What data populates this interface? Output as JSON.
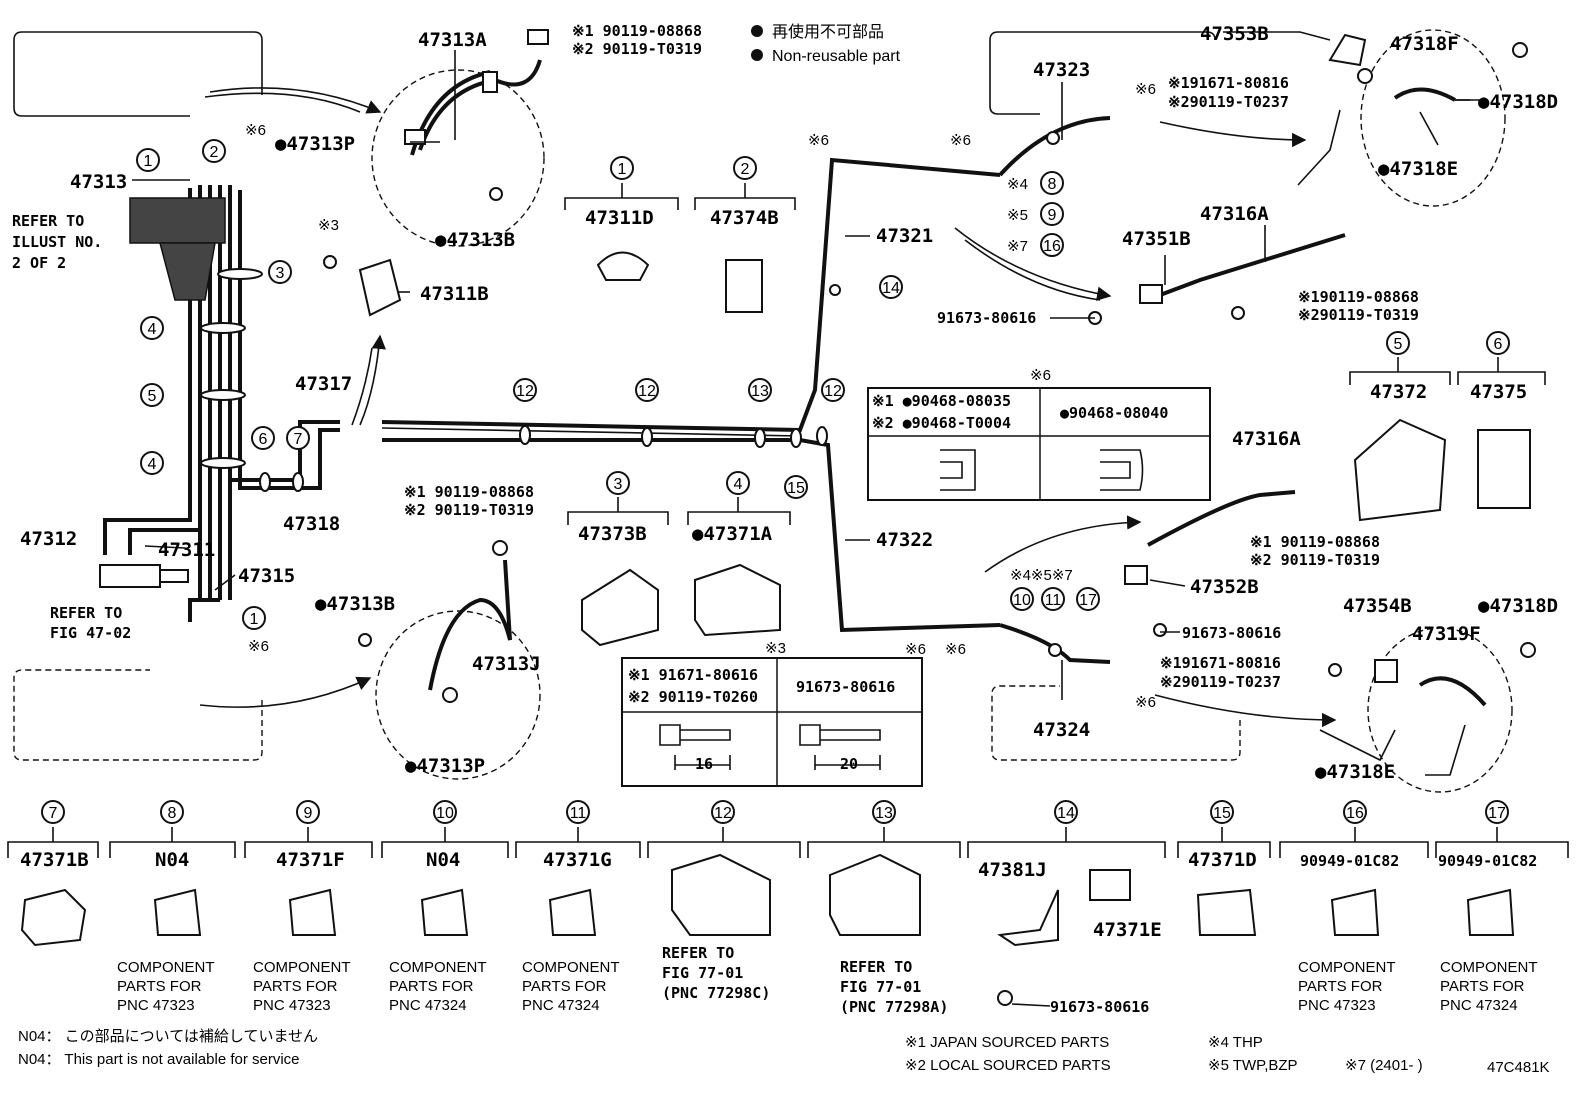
{
  "legend": {
    "dot_jp": "再使用不可部品",
    "dot_en": "Non-reusable part"
  },
  "labels": {
    "p47313A": "47313A",
    "p47313P_top": "●47313P",
    "p47313B_top": "●47313B",
    "p47313": "47313",
    "p47311B": "47311B",
    "p47317": "47317",
    "p47318": "47318",
    "p47312": "47312",
    "p47311": "47311",
    "p47315": "47315",
    "p47313B_bot": "●47313B",
    "p47313J": "47313J",
    "p47313P_bot": "●47313P",
    "p47321": "47321",
    "p47322": "47322",
    "p47323": "47323",
    "p47324": "47324",
    "p47353B": "47353B",
    "p47318F": "47318F",
    "p47318D_top": "●47318D",
    "p47318E_top": "●47318E",
    "p47316A_top": "47316A",
    "p47351B": "47351B",
    "p47316A_mid": "47316A",
    "p47352B": "47352B",
    "p47354B": "47354B",
    "p47318D_bot": "●47318D",
    "p47319F": "47319F",
    "p47318E_bot": "●47318E",
    "p91673_a": "91673-80616",
    "p91673_b": "91673-80616",
    "refer_illust_1": "REFER TO",
    "refer_illust_2": "ILLUST NO.",
    "refer_illust_3": "2 OF 2",
    "refer_fig_1": "REFER TO",
    "refer_fig_2": "FIG 47-02",
    "tl_1": "※1 90119-08868",
    "tl_2": "※2 90119-T0319",
    "bl_1": "※1 90119-08868",
    "bl_2": "※2 90119-T0319",
    "tr_1": "※191671-80816",
    "tr_2": "※290119-T0237",
    "rm_1": "※190119-08868",
    "rm_2": "※290119-T0319",
    "rl_1": "※1 90119-08868",
    "rl_2": "※2 90119-T0319",
    "br_1": "※191671-80816",
    "br_2": "※290119-T0237",
    "x6": "※6",
    "x3": "※3",
    "x4_8": "※4",
    "x5_9": "※5",
    "x7_16": "※7",
    "x457": "※4※5※7"
  },
  "callouts": {
    "c1": "1",
    "c2": "2",
    "c3": "3",
    "c4": "4",
    "c5": "5",
    "c6": "6",
    "c7": "7",
    "c8": "8",
    "c9": "9",
    "c10": "10",
    "c11": "11",
    "c12": "12",
    "c13": "13",
    "c14": "14",
    "c15": "15",
    "c16": "16",
    "c17": "17"
  },
  "mid_parts": [
    {
      "num": "1",
      "part": "47311D"
    },
    {
      "num": "2",
      "part": "47374B"
    },
    {
      "num": "3",
      "part": "47373B"
    },
    {
      "num": "4",
      "part": "●47371A"
    },
    {
      "num": "5",
      "part": "47372"
    },
    {
      "num": "6",
      "part": "47375"
    }
  ],
  "table6": {
    "title": "※6",
    "r1": "※1 ●90468-08035",
    "r2": "※2 ●90468-T0004",
    "right": "●90468-08040"
  },
  "table3": {
    "title": "※3",
    "r1": "※1 91671-80616",
    "r2": "※2 90119-T0260",
    "right": "91673-80616",
    "dim_l": "16",
    "dim_r": "20"
  },
  "bottom_parts": [
    {
      "num": "7",
      "part": "47371B",
      "note": []
    },
    {
      "num": "8",
      "part": "N04",
      "note": [
        "COMPONENT",
        "PARTS FOR",
        "PNC 47323"
      ]
    },
    {
      "num": "9",
      "part": "47371F",
      "note": [
        "COMPONENT",
        "PARTS FOR",
        "PNC 47323"
      ]
    },
    {
      "num": "10",
      "part": "N04",
      "note": [
        "COMPONENT",
        "PARTS FOR",
        "PNC 47324"
      ]
    },
    {
      "num": "11",
      "part": "47371G",
      "note": [
        "COMPONENT",
        "PARTS FOR",
        "PNC 47324"
      ]
    },
    {
      "num": "12",
      "part": "",
      "note": [
        "REFER TO",
        "FIG 77-01",
        "(PNC 77298C)"
      ]
    },
    {
      "num": "13",
      "part": "",
      "note": [
        "REFER TO",
        "FIG 77-01",
        "(PNC 77298A)"
      ]
    },
    {
      "num": "14",
      "part": "47381J",
      "note": []
    },
    {
      "num": "15",
      "part": "47371D",
      "note": []
    },
    {
      "num": "16",
      "part": "90949-01C82",
      "note": [
        "COMPONENT",
        "PARTS FOR",
        "PNC 47323"
      ]
    },
    {
      "num": "17",
      "part": "90949-01C82",
      "note": [
        "COMPONENT",
        "PARTS FOR",
        "PNC 47324"
      ]
    }
  ],
  "extra": {
    "p47371E": "47371E",
    "p91673_14": "91673-80616"
  },
  "footer": {
    "n04_jp": "N04：  この部品については補給していません",
    "n04_en": "N04：  This part is not available for service",
    "j1": "※1 JAPAN SOURCED PARTS",
    "j2": "※2 LOCAL SOURCED PARTS",
    "j4": "※4 THP",
    "j5": "※5 TWP,BZP",
    "j7": "※7 (2401-    )",
    "code": "47C481K"
  }
}
